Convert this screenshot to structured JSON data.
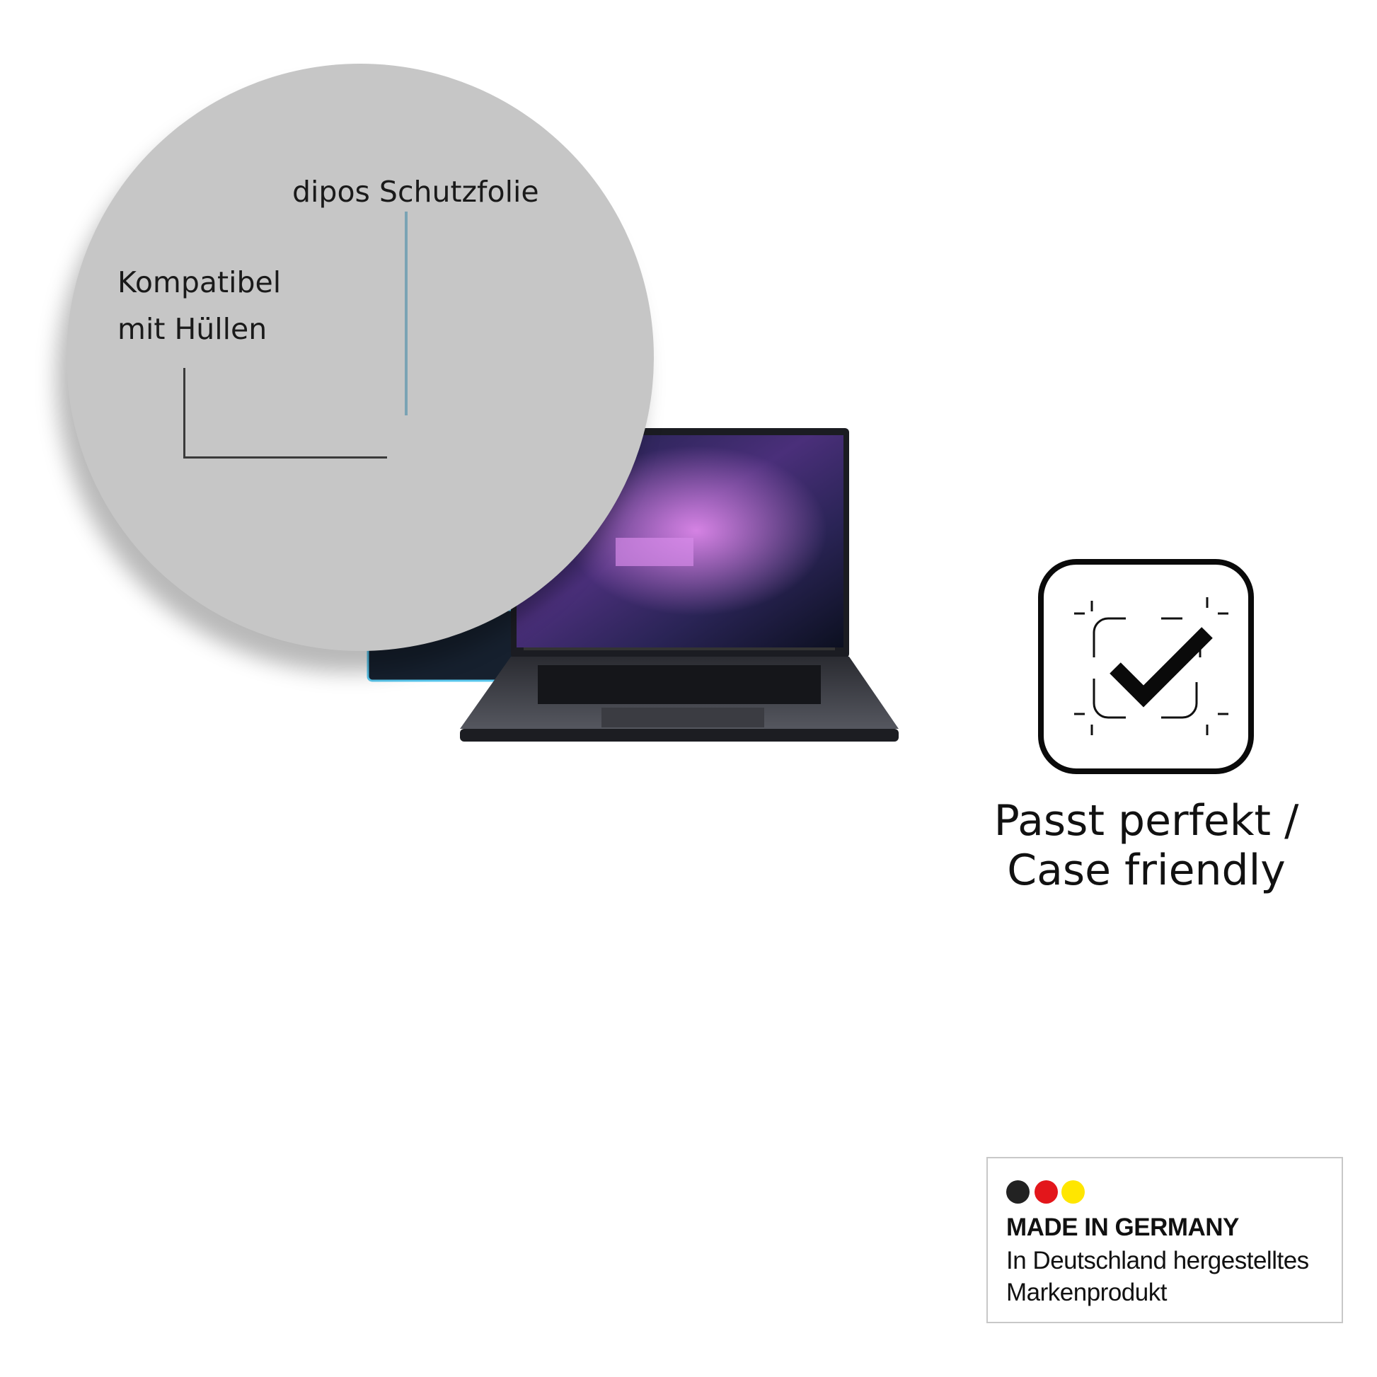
{
  "callout": {
    "film_label": "dipos Schutzfolie",
    "case_label_line1": "Kompatibel",
    "case_label_line2": "mit Hüllen"
  },
  "feature": {
    "icon": "case-friendly-check-icon",
    "title_line1": "Passt perfekt /",
    "title_line2": "Case friendly"
  },
  "badge": {
    "flag_colors": [
      "#222222",
      "#e3161b",
      "#ffe600"
    ],
    "title": "MADE IN GERMANY",
    "subtitle_line1": "In Deutschland hergestelltes",
    "subtitle_line2": "Markenprodukt"
  },
  "colors": {
    "circle": "#c6c6c6",
    "film_line": "#7aa3b4"
  }
}
